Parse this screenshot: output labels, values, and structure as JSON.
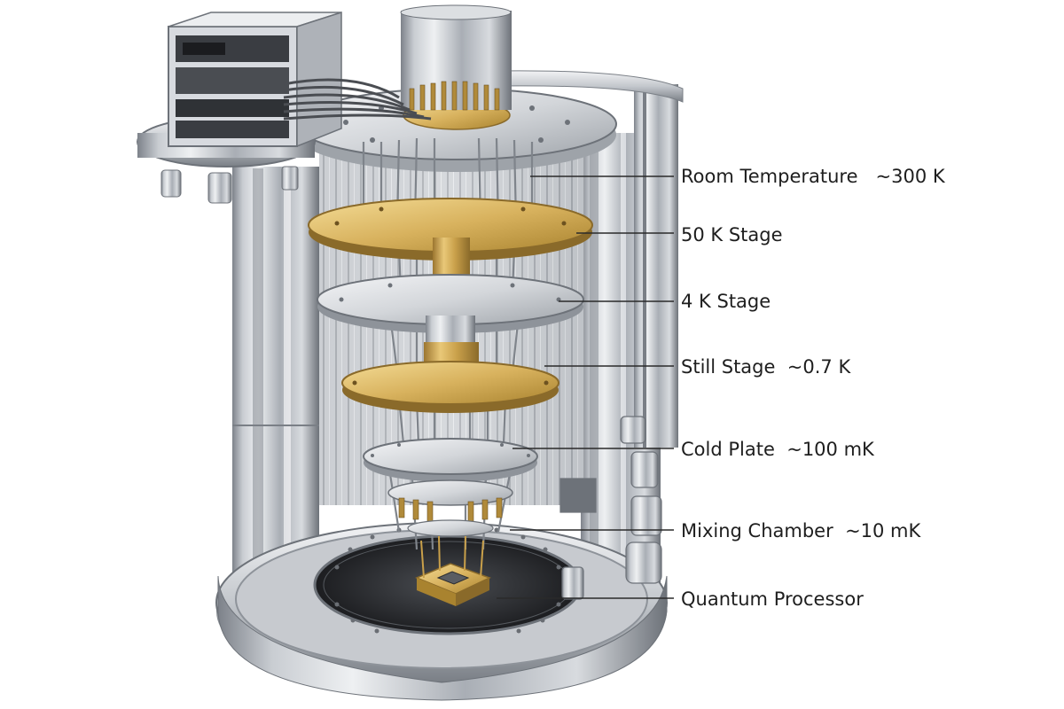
{
  "labels": [
    {
      "id": "room",
      "text": "Room Temperature   ~300 K"
    },
    {
      "id": "k50",
      "text": "50 K Stage"
    },
    {
      "id": "k4",
      "text": "4 K Stage"
    },
    {
      "id": "still",
      "text": "Still Stage  ~0.7 K"
    },
    {
      "id": "cold",
      "text": "Cold Plate  ~100 mK"
    },
    {
      "id": "mix",
      "text": "Mixing Chamber  ~10 mK"
    },
    {
      "id": "qp",
      "text": "Quantum Processor"
    }
  ],
  "colors": {
    "steel_light": "#e9ebee",
    "steel_mid": "#b8bcc2",
    "steel_dark": "#6d7279",
    "gold_light": "#f1d58a",
    "gold": "#c9a04a",
    "gold_dark": "#8a6a2a",
    "cavity": "#2b2d31",
    "leader": "#2a2a2a"
  }
}
